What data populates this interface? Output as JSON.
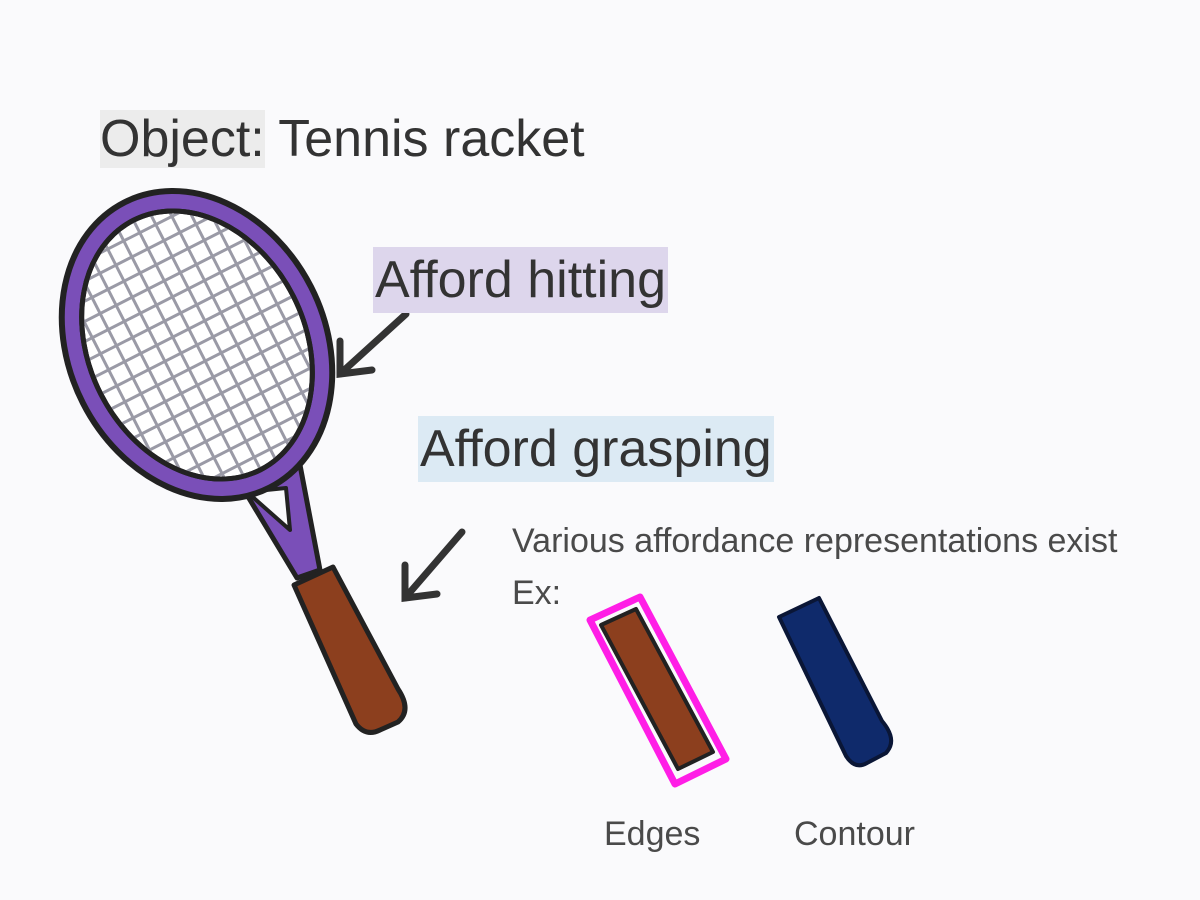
{
  "title": {
    "prefix": "Object:",
    "name": " Tennis racket"
  },
  "labels": {
    "hitting": "Afford hitting",
    "grasping": "Afford grasping"
  },
  "note": {
    "line1": "Various affordance representations exist",
    "line2": "Ex:"
  },
  "examples": {
    "edges": "Edges",
    "contour": "Contour"
  },
  "colors": {
    "frame": "#7a4fb8",
    "grip": "#8c3f1e",
    "edge_highlight": "#ff1ee6",
    "contour_fill": "#0f2a6b",
    "hitting_highlight": "#ddd6ec",
    "grasping_highlight": "#dceaf4"
  }
}
